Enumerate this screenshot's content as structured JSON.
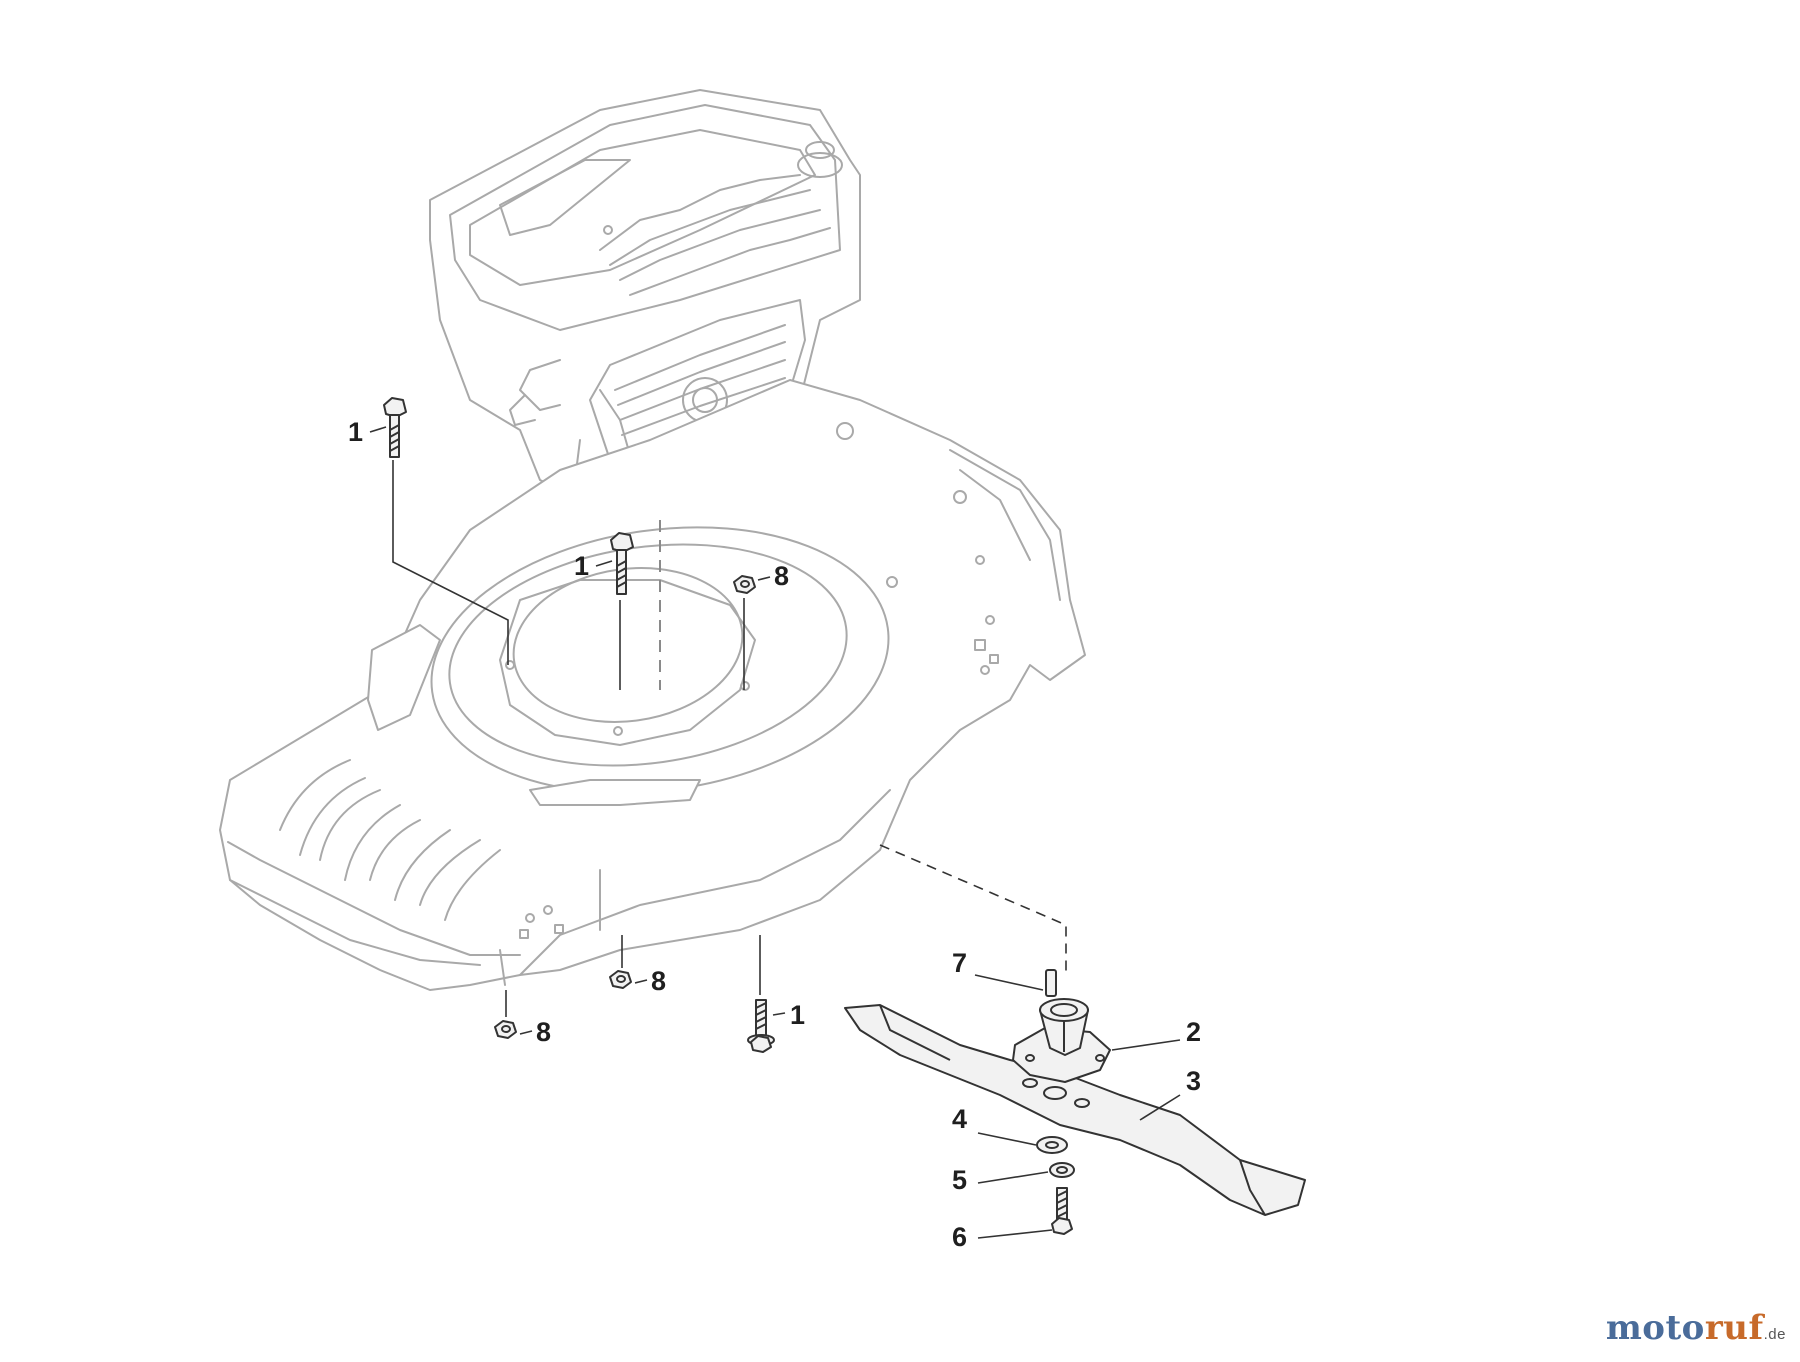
{
  "callouts": [
    "1",
    "1",
    "8",
    "8",
    "1",
    "8",
    "7",
    "2",
    "3",
    "4",
    "5",
    "6"
  ],
  "brand": {
    "name_part1": "moto",
    "name_part2": "ruf",
    "tld": ".de"
  },
  "colors": {
    "outline": "#a9a9a9",
    "part": "#333333",
    "brand_blue": "#4a6c9a",
    "brand_orange": "#c76a2a"
  },
  "icons": [
    "engine-icon",
    "mower-deck-icon",
    "bolt-icon",
    "nut-icon",
    "blade-icon",
    "blade-adapter-icon",
    "washer-icon",
    "key-icon"
  ]
}
